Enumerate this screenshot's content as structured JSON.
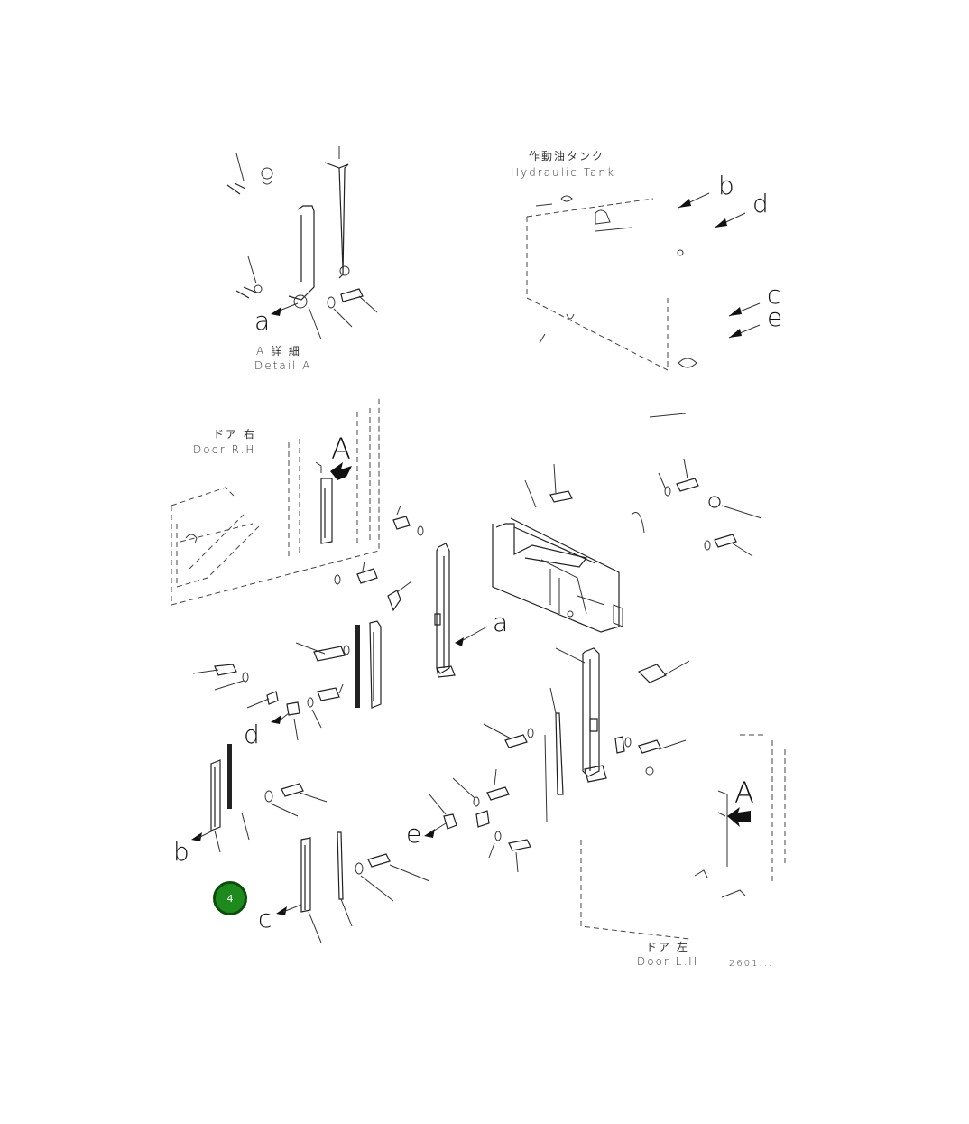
{
  "labels": {
    "detail_a_jp": "A 詳 細",
    "detail_a_en": "Detail A",
    "tank_jp": "作動油タンク",
    "tank_en": "Hydraulic Tank",
    "door_rh_jp": "ドア 右",
    "door_rh_en": "Door R.H",
    "door_lh_jp": "ドア 左",
    "door_lh_en": "Door L.H",
    "ref_code": "2601..."
  },
  "callouts": {
    "a": "a",
    "b": "b",
    "c": "c",
    "d": "d",
    "e": "e",
    "A": "A"
  },
  "badge": {
    "number": "4",
    "color": "#1e8a1e"
  }
}
